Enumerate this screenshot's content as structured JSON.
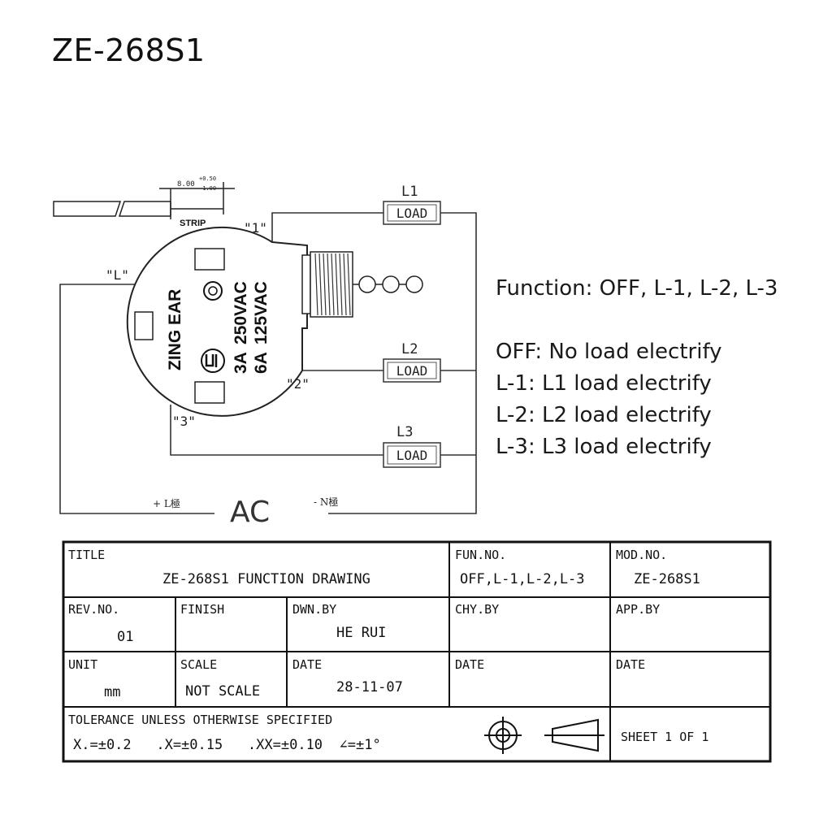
{
  "page_title": "ZE-268S1",
  "strip": {
    "dim_main": "8.00",
    "dim_plus": "+0.50",
    "dim_minus": "-1.00",
    "label": "STRIP"
  },
  "terminals": {
    "t1": "\"1\"",
    "tL": "\"L\"",
    "t2": "\"2\"",
    "t3": "\"3\""
  },
  "switch_body": {
    "brand": "ZING EAR",
    "rating_1": "250VAC",
    "rating_2": "125VAC",
    "current_1": "3A",
    "current_2": "6A"
  },
  "loads": [
    {
      "name": "L1",
      "box": "LOAD"
    },
    {
      "name": "L2",
      "box": "LOAD"
    },
    {
      "name": "L3",
      "box": "LOAD"
    }
  ],
  "ac": {
    "plus_label": "+ L極",
    "label": "AC",
    "minus_label": "- N極"
  },
  "function_text": {
    "heading": "Function: OFF, L-1, L-2, L-3",
    "lines": [
      "OFF: No load electrify",
      "L-1: L1 load electrify",
      "L-2: L2 load electrify",
      "L-3: L3 load electrify"
    ]
  },
  "title_block": {
    "title_label": "TITLE",
    "title_value": "ZE-268S1 FUNCTION DRAWING",
    "fun_label": "FUN.NO.",
    "fun_value": "OFF,L-1,L-2,L-3",
    "mod_label": "MOD.NO.",
    "mod_value": "ZE-268S1",
    "rev_label": "REV.NO.",
    "rev_value": "01",
    "finish_label": "FINISH",
    "dwn_label": "DWN.BY",
    "dwn_value": "HE RUI",
    "chy_label": "CHY.BY",
    "app_label": "APP.BY",
    "unit_label": "UNIT",
    "unit_value": "mm",
    "scale_label": "SCALE",
    "scale_value": "NOT SCALE",
    "date_label": "DATE",
    "date_value": "28-11-07",
    "date2_label": "DATE",
    "date3_label": "DATE",
    "tolerance_label": "TOLERANCE UNLESS OTHERWISE SPECIFIED",
    "tolerance_value": "X.=±0.2   .X=±0.15   .XX=±0.10  ∠=±1°",
    "sheet": "SHEET 1 OF 1"
  }
}
